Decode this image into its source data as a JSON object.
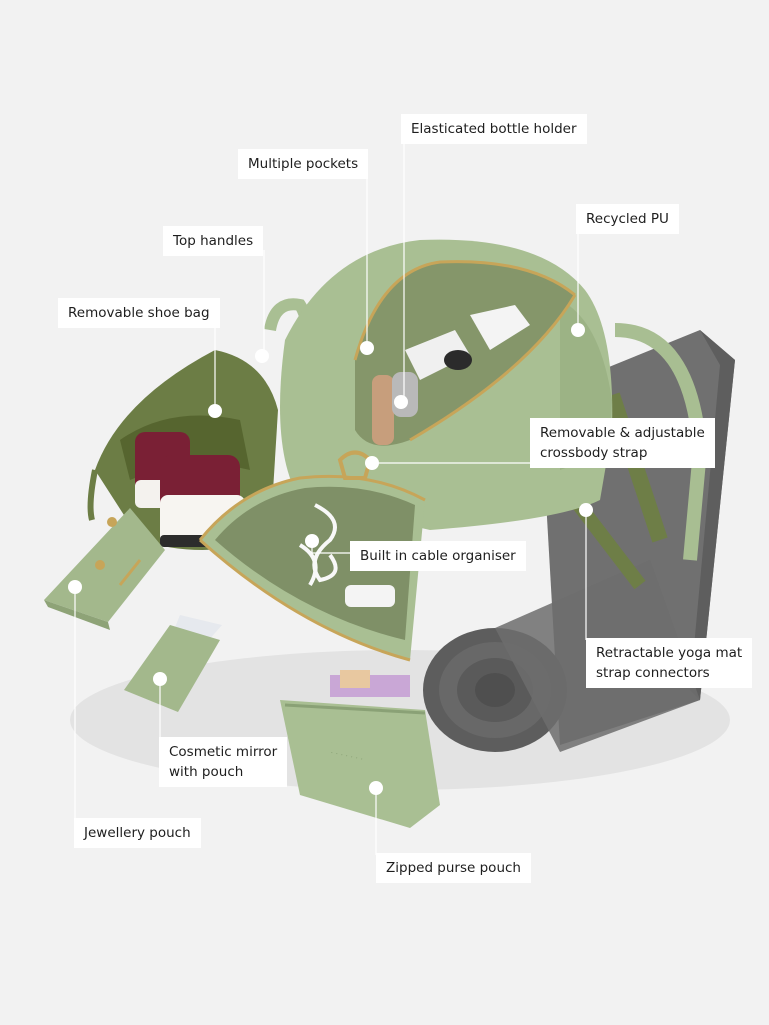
{
  "colors": {
    "background": "#f2f2f2",
    "bag_green": "#a9bf93",
    "bag_green_dark": "#7f9a6a",
    "bag_lining": "#85966a",
    "shoe_bag_olive": "#6c7d45",
    "yoga_mat": "#6a6a6a",
    "zipper_gold": "#c7a559",
    "leader_line": "#ffffff",
    "label_bg": "#ffffff",
    "label_text": "#1e1e1e"
  },
  "callouts": {
    "bottle_holder": "Elasticated bottle holder",
    "multiple_pockets": "Multiple pockets",
    "recycled_pu": "Recycled PU",
    "top_handles": "Top handles",
    "shoe_bag": "Removable shoe bag",
    "crossbody_strap": [
      "Removable & adjustable",
      "crossbody strap"
    ],
    "cable_organiser": "Built in cable organiser",
    "yoga_mat_connectors": [
      "Retractable yoga mat",
      "strap connectors"
    ],
    "cosmetic_mirror": [
      "Cosmetic mirror",
      "with pouch"
    ],
    "jewellery_pouch": "Jewellery pouch",
    "purse_pouch": "Zipped purse pouch"
  }
}
